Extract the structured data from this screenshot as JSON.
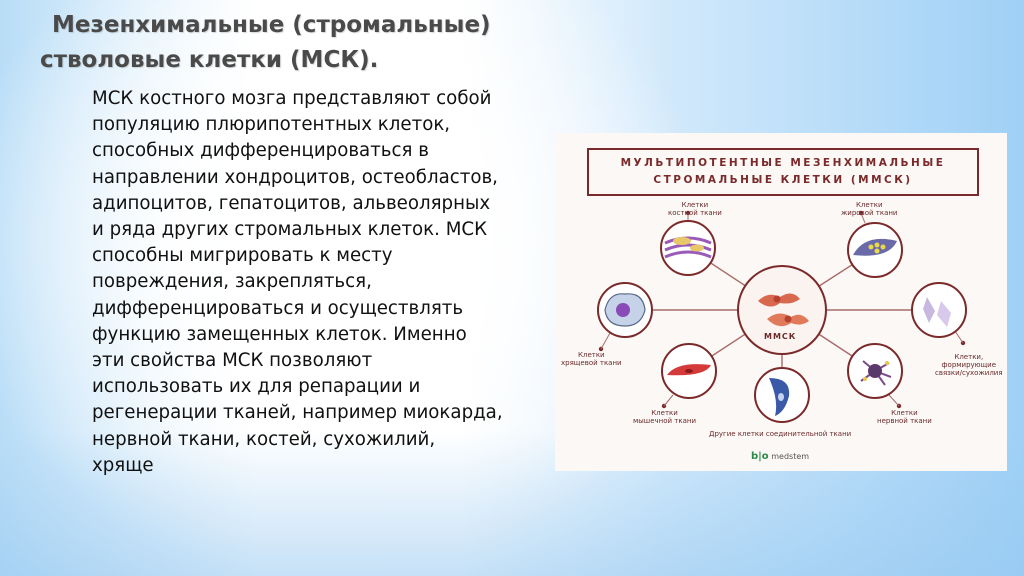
{
  "slide": {
    "title_line1": "Мезенхимальные (стромальные)",
    "title_line2": "стволовые клетки (МСК).",
    "body_lines": [
      "МСК костного мозга представляют собой",
      "популяцию плюрипотентных клеток,",
      "способных дифференцироваться в",
      "направлении хондроцитов, остеобластов,",
      "адипоцитов, гепатоцитов, альвеолярных",
      "и ряда других стромальных клеток. МСК",
      "способны мигрировать к месту",
      "повреждения, закрепляться,",
      "дифференцироваться и осуществлять",
      "функцию замещенных клеток. Именно",
      "эти свойства МСК позволяют",
      "использовать их для репарации и",
      "регенерации тканей, например миокарда,",
      "нервной ткани, костей, сухожилий,",
      "хряще"
    ]
  },
  "figure": {
    "title_line1": "МУЛЬТИПОТЕНТНЫЕ МЕЗЕНХИМАЛЬНЫЕ",
    "title_line2": "СТРОМАЛЬНЫЕ КЛЕТКИ (ММСК)",
    "center_label": "ММСК",
    "labels": {
      "bone": [
        "Клетки",
        "костной ткани"
      ],
      "fat": [
        "Клетки",
        "жировой ткани"
      ],
      "cartilage": [
        "Клетки",
        "хрящевой ткани"
      ],
      "tendon": [
        "Клетки,",
        "формирующие",
        "связки/сухожилия"
      ],
      "muscle": [
        "Клетки",
        "мышечной ткани"
      ],
      "nerve": [
        "Клетки",
        "нервной ткани"
      ],
      "other": "Другие клетки соединительной ткани"
    },
    "logo_mark": "b|o",
    "logo_text": "medstem",
    "colors": {
      "accent": "#7a2a2a",
      "line": "#a86a6a"
    }
  }
}
